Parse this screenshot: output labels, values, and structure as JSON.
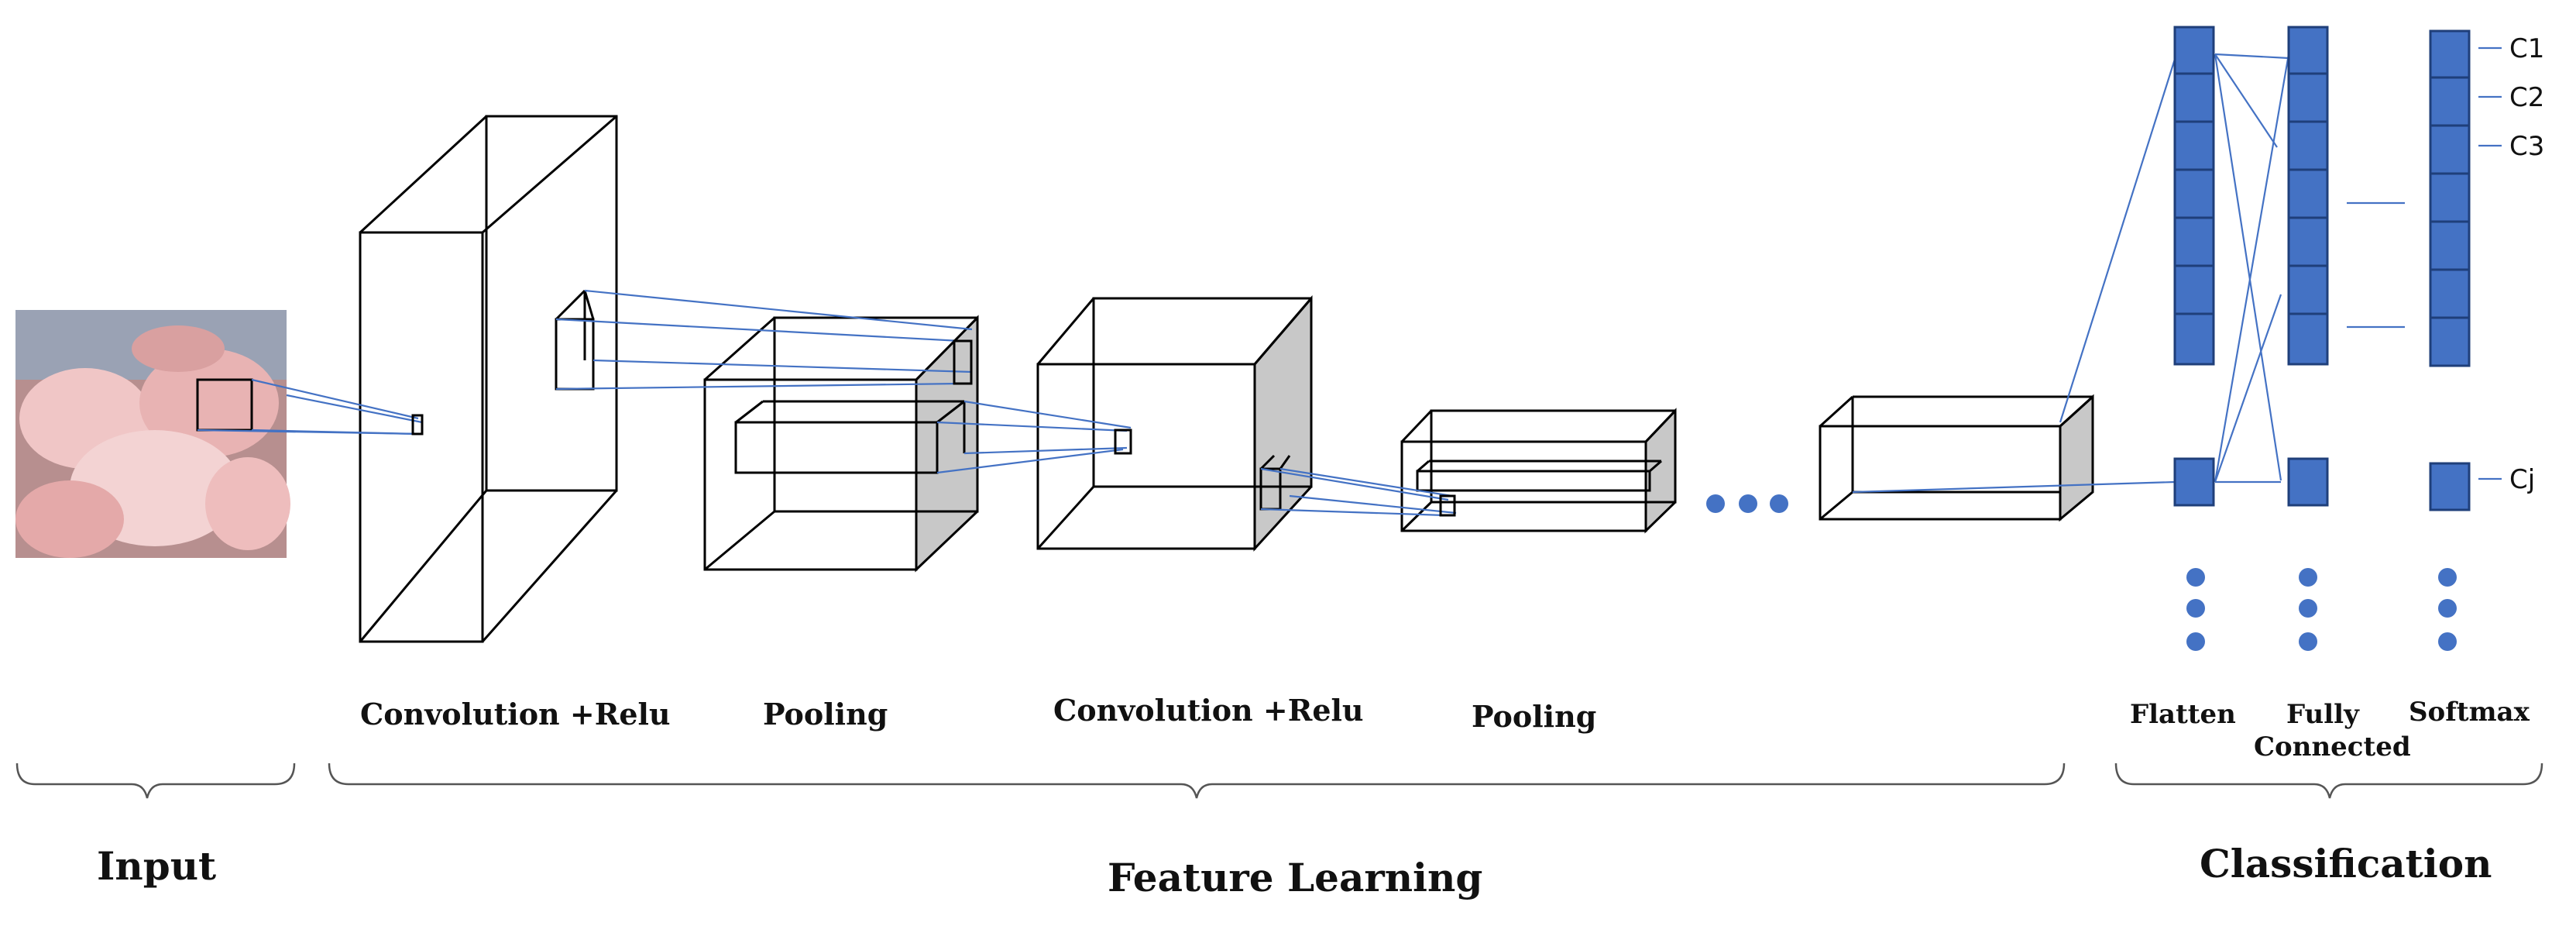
{
  "layers": {
    "conv1": "Convolution +Relu",
    "pool1": "Pooling",
    "conv2": "Convolution +Relu",
    "pool2": "Pooling",
    "flatten": "Flatten",
    "fully_connected_line1": "Fully",
    "fully_connected_line2": "Connected",
    "softmax": "Softmax"
  },
  "sections": {
    "input": "Input",
    "feature_learning": "Feature Learning",
    "classification": "Classification"
  },
  "classes": [
    "C1",
    "C2",
    "C3",
    "Cj"
  ],
  "colors": {
    "node": "#4472c4",
    "connection": "#4472c4",
    "shade": "#c8c8c8"
  },
  "input_image": {
    "icon": "pig-photo-stack"
  }
}
